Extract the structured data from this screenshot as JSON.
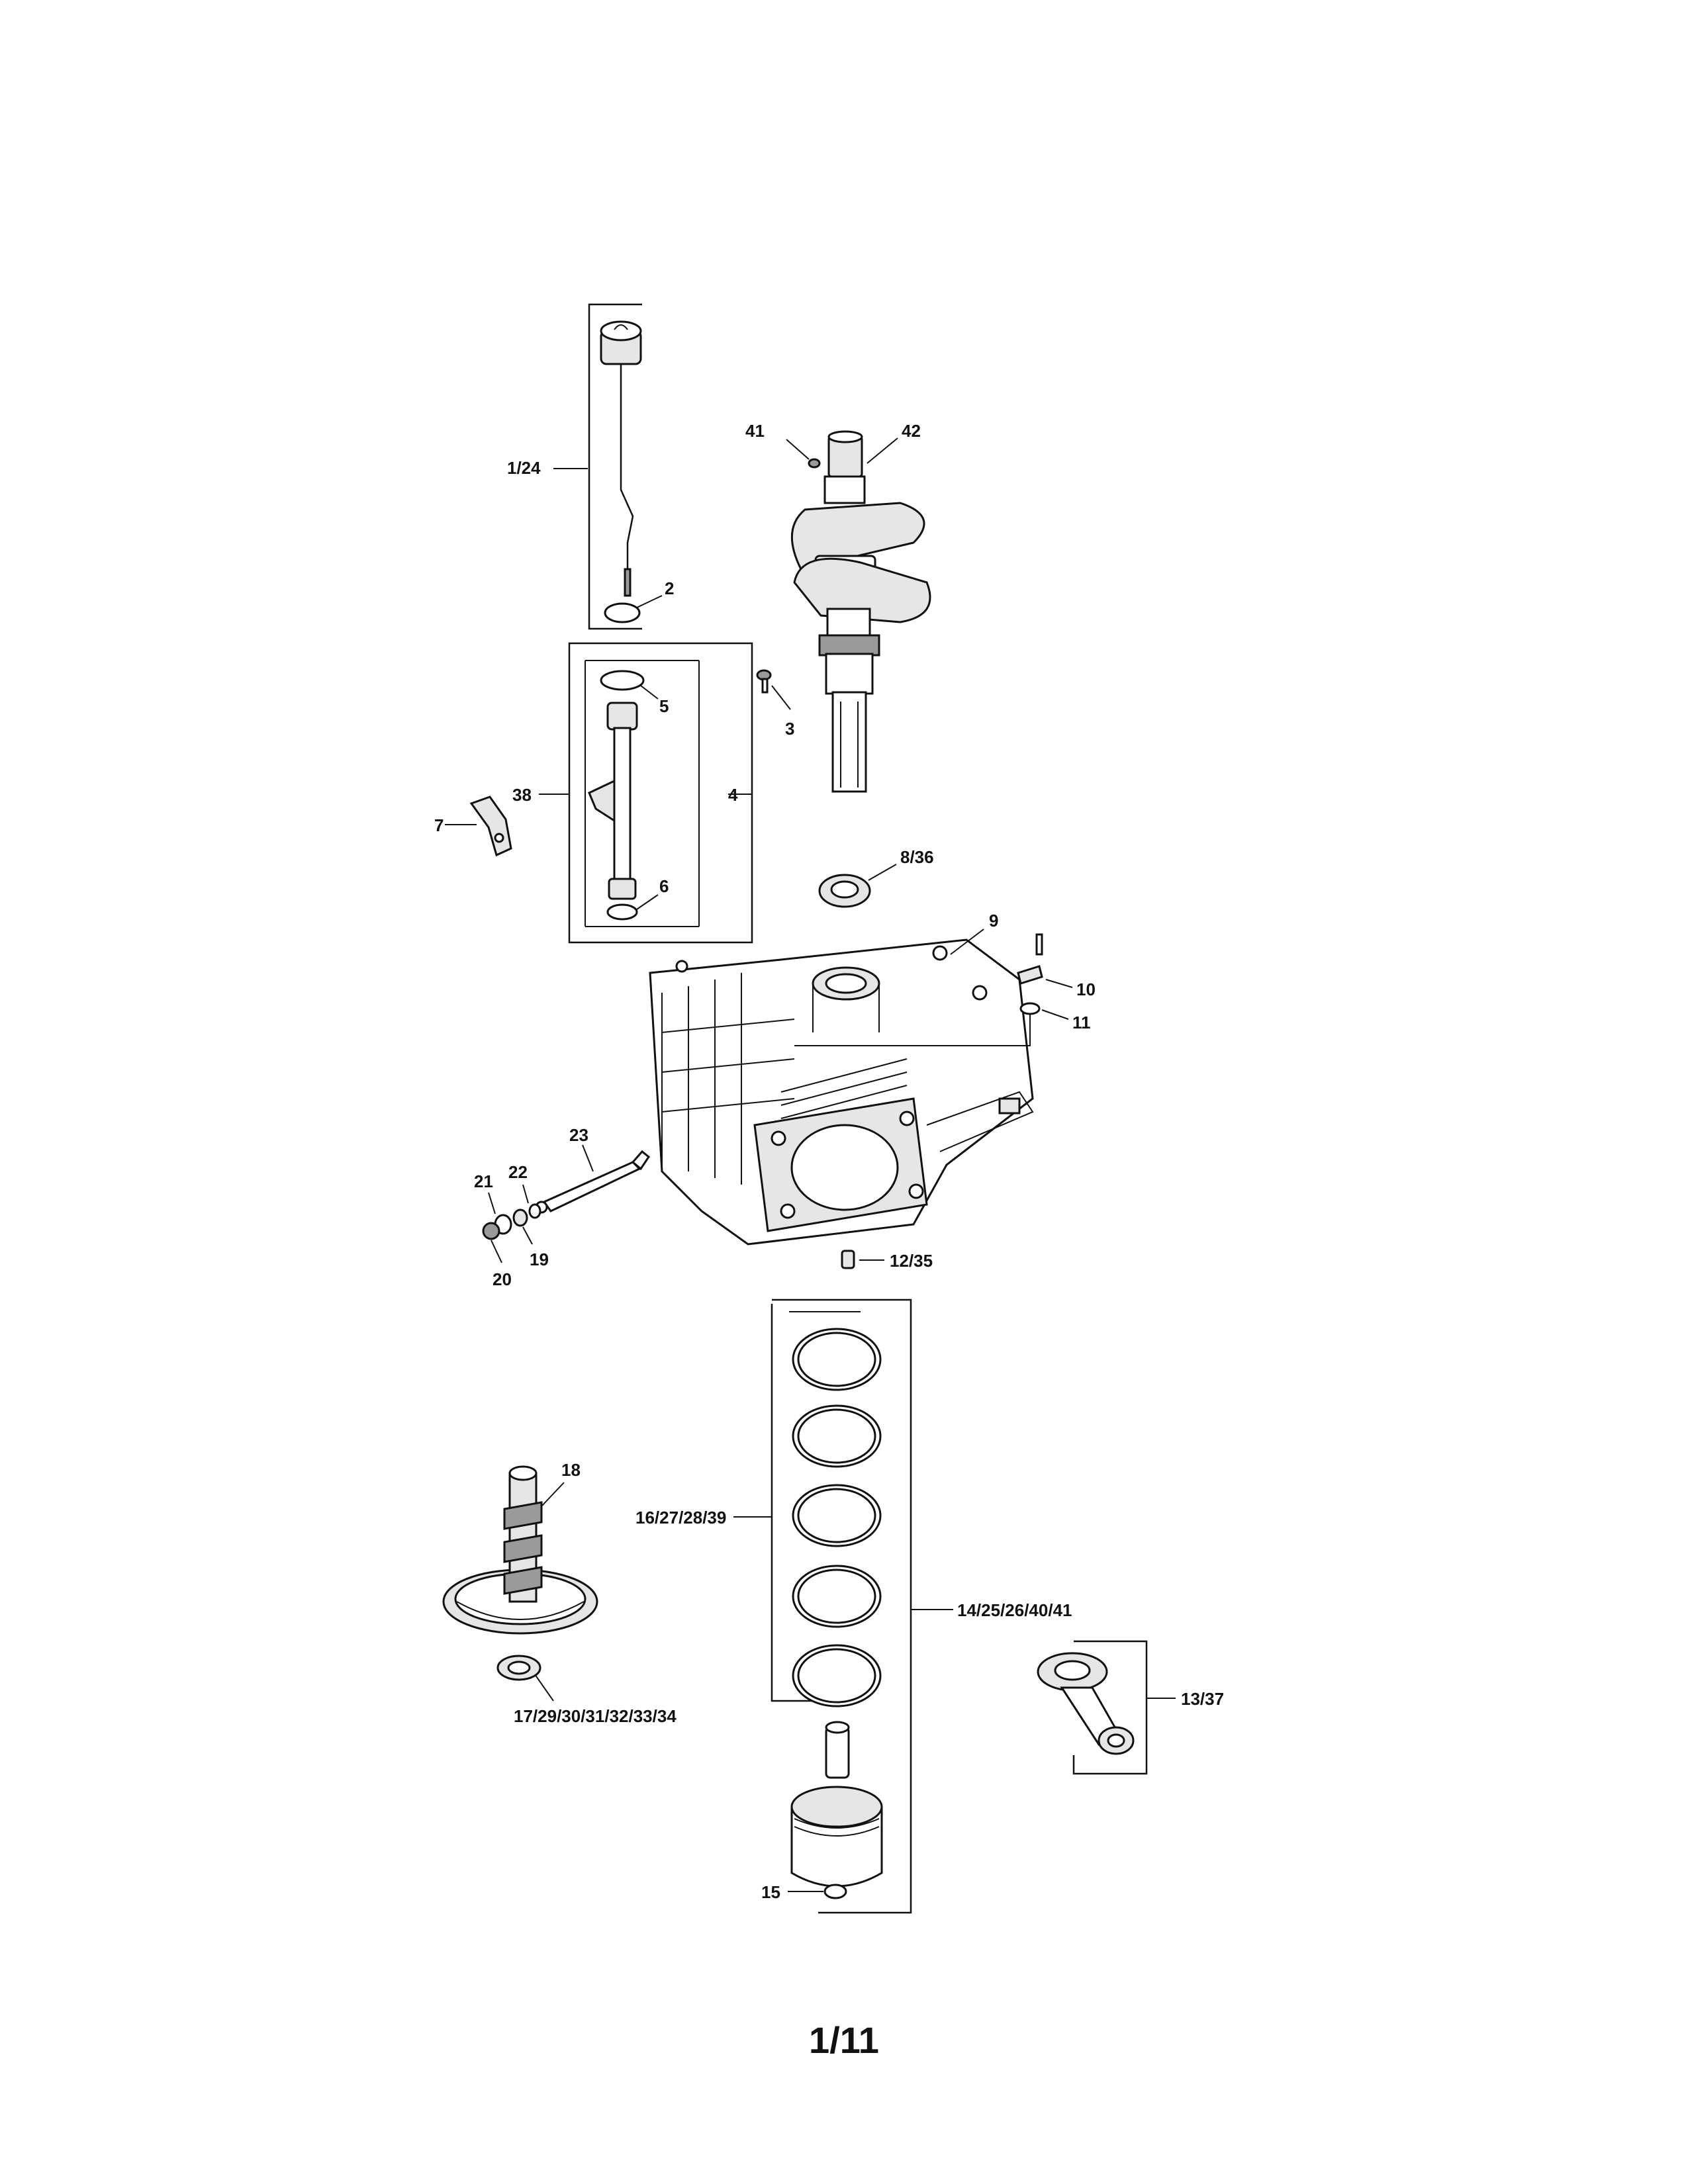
{
  "page_number": "1/11",
  "callouts": {
    "c1_24": "1/24",
    "c2": "2",
    "c3": "3",
    "c4": "4",
    "c5": "5",
    "c6": "6",
    "c7": "7",
    "c8_36": "8/36",
    "c9": "9",
    "c10": "10",
    "c11": "11",
    "c12_35": "12/35",
    "c13_37": "13/37",
    "c14_25_26_40_41": "14/25/26/40/41",
    "c15": "15",
    "c16_27_28_39": "16/27/28/39",
    "c17_group": "17/29/30/31/32/33/34",
    "c18": "18",
    "c19": "19",
    "c20": "20",
    "c21": "21",
    "c22": "22",
    "c23": "23",
    "c38": "38",
    "c41": "41",
    "c42": "42"
  }
}
